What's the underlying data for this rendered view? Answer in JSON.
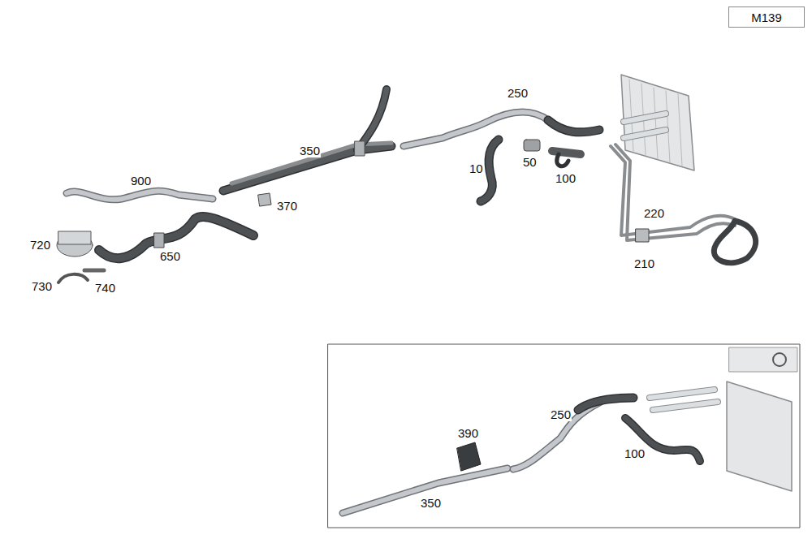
{
  "diagram": {
    "nodes": [
      {
        "text": [
          "M139"
        ]
      }
    ],
    "labels": [
      "250",
      "350",
      "10",
      "50",
      "100",
      "900",
      "370",
      "220",
      "720",
      "650",
      "210",
      "730",
      "740",
      "390",
      "250",
      "100",
      "350"
    ]
  }
}
